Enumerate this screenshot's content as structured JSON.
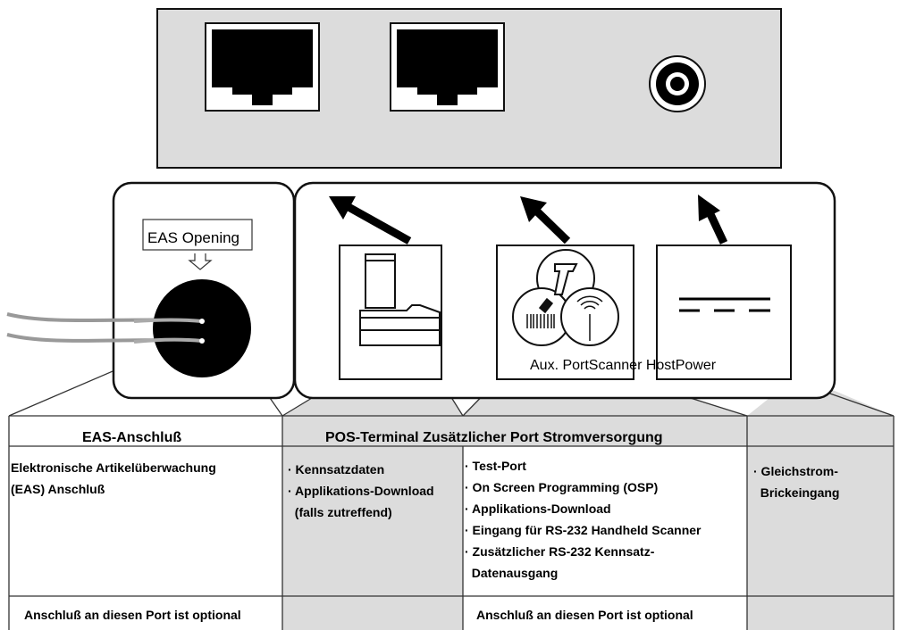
{
  "diagram": {
    "eas_opening_label": "EAS Opening",
    "port_labels": "Aux. PortScanner HostPower"
  },
  "table": {
    "headers": {
      "eas": "EAS-Anschluß",
      "rest": "POS-Terminal Zusätzlicher Port Stromversorgung"
    },
    "col1_lines": [
      "Elektronische Artikelüberwachung",
      "(EAS) Anschluß"
    ],
    "col2_lines": [
      "· Kennsatzdaten",
      "· Applikations-Download",
      "  (falls zutreffend)"
    ],
    "col3_lines": [
      "· Test-Port",
      "· On Screen Programming (OSP)",
      "· Applikations-Download",
      "· Eingang für RS-232 Handheld Scanner",
      "· Zusätzlicher RS-232 Kennsatz-",
      "  Datenausgang"
    ],
    "col4_lines": [
      "· Gleichstrom-",
      "  Brickeingang"
    ],
    "footer_col1": "Anschluß an diesen Port ist optional",
    "footer_col3": "Anschluß an diesen Port ist optional"
  },
  "colors": {
    "panel_gray": "#dcdcdc",
    "line": "#111111"
  }
}
